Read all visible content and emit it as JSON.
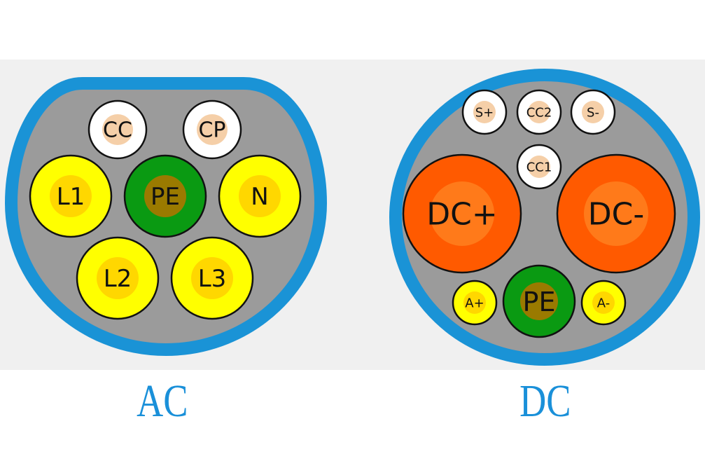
{
  "colors": {
    "shell": "#1a93d6",
    "face": "#9b9b9b",
    "signal": "#ffffff",
    "signal_core": "#f5cfa8",
    "phase": "#ffff00",
    "phase_core": "#ffd700",
    "earth": "#0a9a12",
    "earth_core": "#9a7a00",
    "dc_power": "#ff5a00",
    "dc_power_core": "#ff7a1a",
    "caption": "#1a90d9"
  },
  "ac": {
    "caption": "AC",
    "pins": [
      {
        "label": "CC",
        "type": "signal"
      },
      {
        "label": "CP",
        "type": "signal"
      },
      {
        "label": "L1",
        "type": "phase"
      },
      {
        "label": "PE",
        "type": "earth"
      },
      {
        "label": "N",
        "type": "phase"
      },
      {
        "label": "L2",
        "type": "phase"
      },
      {
        "label": "L3",
        "type": "phase"
      }
    ]
  },
  "dc": {
    "caption": "DC",
    "pins": [
      {
        "label": "S+",
        "type": "signal"
      },
      {
        "label": "CC2",
        "type": "signal"
      },
      {
        "label": "S-",
        "type": "signal"
      },
      {
        "label": "CC1",
        "type": "signal"
      },
      {
        "label": "DC+",
        "type": "dc_power"
      },
      {
        "label": "DC-",
        "type": "dc_power"
      },
      {
        "label": "A+",
        "type": "phase"
      },
      {
        "label": "PE",
        "type": "earth"
      },
      {
        "label": "A-",
        "type": "phase"
      }
    ]
  }
}
